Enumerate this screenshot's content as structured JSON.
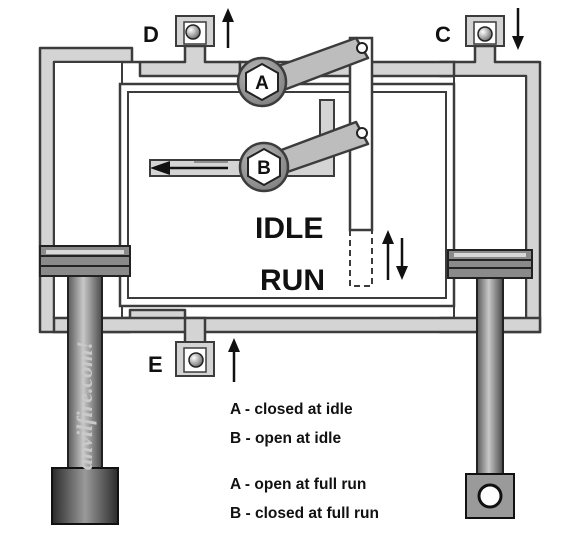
{
  "labels": {
    "D": "D",
    "C": "C",
    "E": "E",
    "A": "A",
    "B": "B",
    "idle": "IDLE",
    "run": "RUN"
  },
  "legend": [
    "A - closed at idle",
    "B - open at idle",
    "A - open at full run",
    "B - closed at full run"
  ],
  "watermark": "anvilfire.com!",
  "flow_arrows": {
    "D": "up-arrow-icon",
    "C": "down-arrow-icon",
    "E": "up-arrow-icon",
    "exhaust": "left-arrow-icon",
    "lever": "up-down-arrow-icon"
  },
  "colors": {
    "pipe_fill": "#d4d4d4",
    "pipe_stroke": "#3c3c3c",
    "valve_fill": "#909090",
    "ink": "#111111"
  }
}
